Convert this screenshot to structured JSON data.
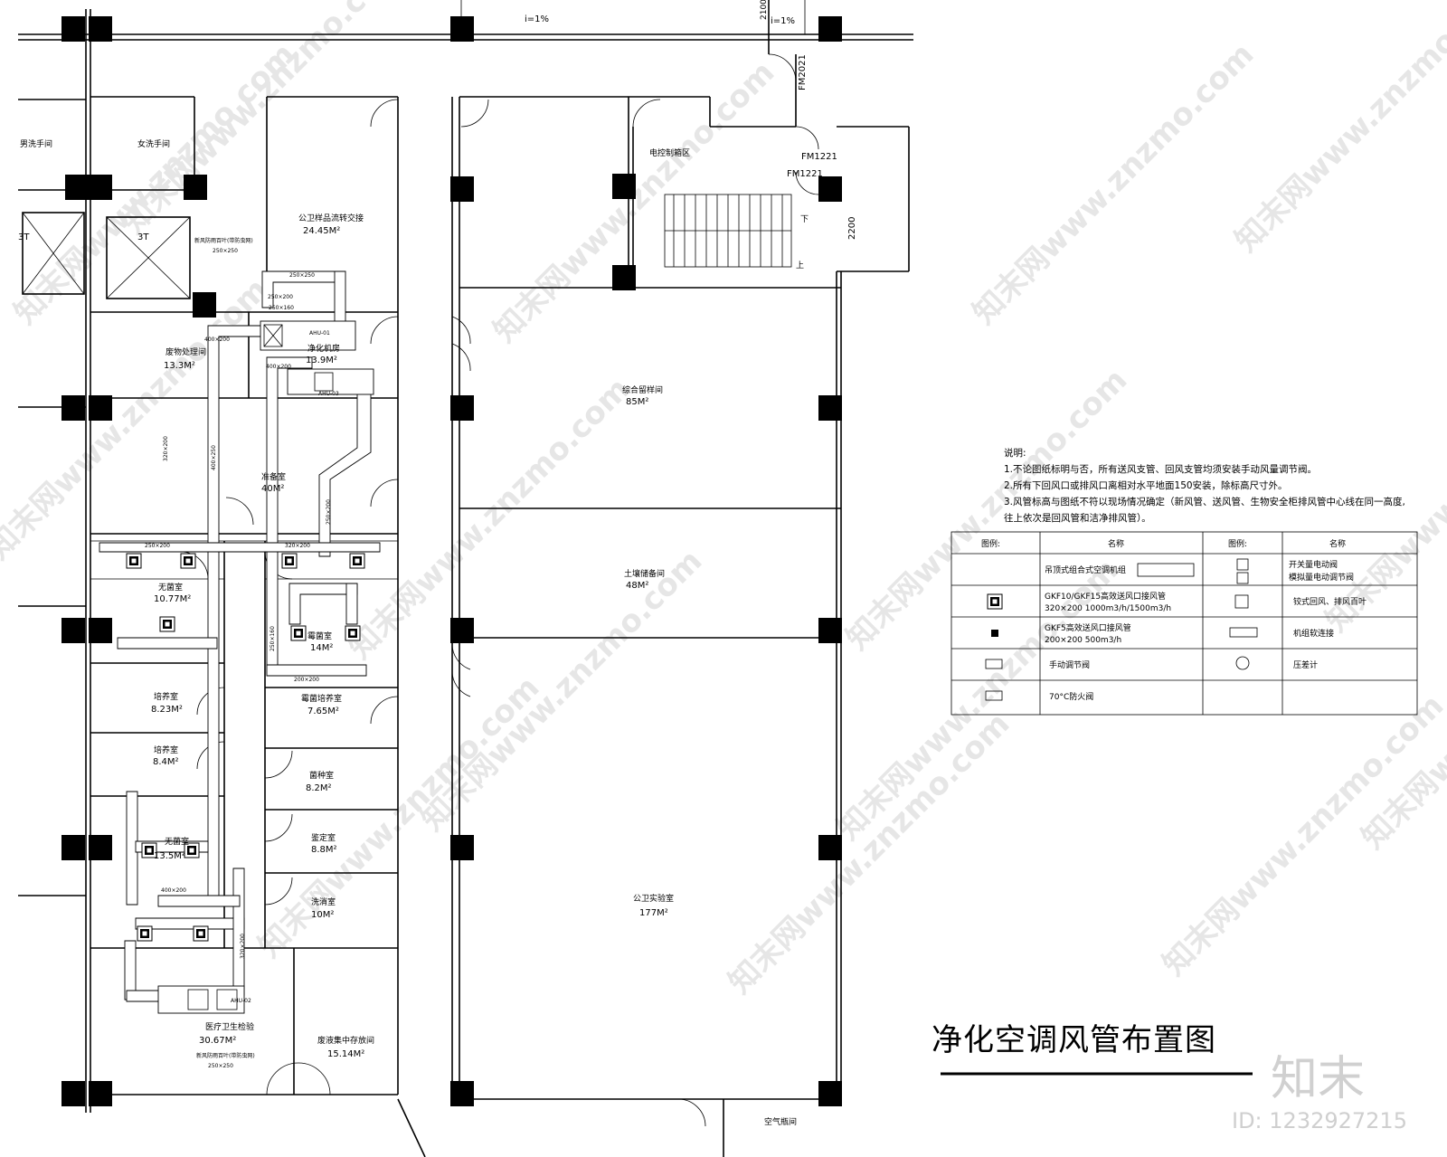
{
  "drawing_title": "净化空调风管布置图",
  "brand": "知末",
  "id_label": "ID: 1232927215",
  "watermark": "知末网www.znzmo.com",
  "slopes": [
    "i=1%",
    "i=1%"
  ],
  "dims": [
    "2100",
    "2200"
  ],
  "doors": [
    "FM2021",
    "FM1221",
    "FM1221"
  ],
  "stairs": {
    "down": "下",
    "up": "上"
  },
  "rooms": [
    {
      "name": "男洗手间",
      "area": ""
    },
    {
      "name": "女洗手间",
      "area": ""
    },
    {
      "name": "3T",
      "area": ""
    },
    {
      "name": "3T",
      "area": ""
    },
    {
      "name": "公卫样品流转交接",
      "area": "24.45M²"
    },
    {
      "name": "废物处理间",
      "area": "13.3M²"
    },
    {
      "name": "净化机房",
      "area": "13.9M²"
    },
    {
      "name": "准备室",
      "area": "40M²"
    },
    {
      "name": "无菌室",
      "area": "10.77M²"
    },
    {
      "name": "霉菌室",
      "area": "14M²"
    },
    {
      "name": "培养室",
      "area": "8.23M²"
    },
    {
      "name": "霉菌培养室",
      "area": "7.65M²"
    },
    {
      "name": "培养室",
      "area": "8.4M²"
    },
    {
      "name": "菌种室",
      "area": "8.2M²"
    },
    {
      "name": "鉴定室",
      "area": "8.8M²"
    },
    {
      "name": "无菌室",
      "area": "13.5M²"
    },
    {
      "name": "洗消室",
      "area": "10M²"
    },
    {
      "name": "医疗卫生检验",
      "area": "30.67M²"
    },
    {
      "name": "废液集中存放间",
      "area": "15.14M²"
    },
    {
      "name": "电控制箱区",
      "area": ""
    },
    {
      "name": "综合留样间",
      "area": "85M²"
    },
    {
      "name": "土壤储备间",
      "area": "48M²"
    },
    {
      "name": "公卫实验室",
      "area": "177M²"
    },
    {
      "name": "空气瓶间",
      "area": ""
    }
  ],
  "units": [
    "AHU-01",
    "AHU-03",
    "AHU-02"
  ],
  "fresh_air": [
    {
      "label": "新风防雨百叶(带防虫网)",
      "size": "250×250"
    },
    {
      "label": "新风防雨百叶(带防虫网)",
      "size": "250×250"
    }
  ],
  "duct_sizes": [
    "250×250",
    "250×200",
    "250×160",
    "400×200",
    "400×250",
    "400×200",
    "320×200",
    "250×200",
    "320×200",
    "250×200",
    "250×160",
    "200×200",
    "400×200",
    "320×200"
  ],
  "notes": {
    "title": "说明:",
    "lines": [
      "1.不论图纸标明与否，所有送风支管、回风支管均须安装手动风量调节阀。",
      "2.所有下回风口或排风口离相对水平地面150安装，除标高尺寸外。",
      "3.风管标高与图纸不符以现场情况确定（新风管、送风管、生物安全柜排风管中心线在同一高度,",
      "往上依次是回风管和洁净排风管）。"
    ]
  },
  "legend": {
    "headers": [
      "图例:",
      "名称",
      "图例:",
      "名称"
    ],
    "left": [
      {
        "icon": "ahu-symbol",
        "name": "吊顶式组合式空调机组"
      },
      {
        "icon": "hepa-outlet-large-symbol",
        "name": "GKF10/GKF15高效送风口接风管",
        "detail": "320×200 1000m3/h/1500m3/h"
      },
      {
        "icon": "hepa-outlet-small-symbol",
        "name": "GKF5高效送风口接风管",
        "detail": "200×200 500m3/h"
      },
      {
        "icon": "manual-damper-symbol",
        "name": "手动调节阀"
      },
      {
        "icon": "fire-damper-symbol",
        "name": "70°C防火阀"
      }
    ],
    "right": [
      {
        "icon": "on-off-damper-symbol",
        "name": "开关量电动阀"
      },
      {
        "icon": "modulating-damper-symbol",
        "name": "模拟量电动调节阀"
      },
      {
        "icon": "louver-symbol",
        "name": "铰式回风、排风百叶"
      },
      {
        "icon": "flex-connector-symbol",
        "name": "机组软连接"
      },
      {
        "icon": "pressure-gauge-symbol",
        "name": "压差计"
      }
    ]
  }
}
